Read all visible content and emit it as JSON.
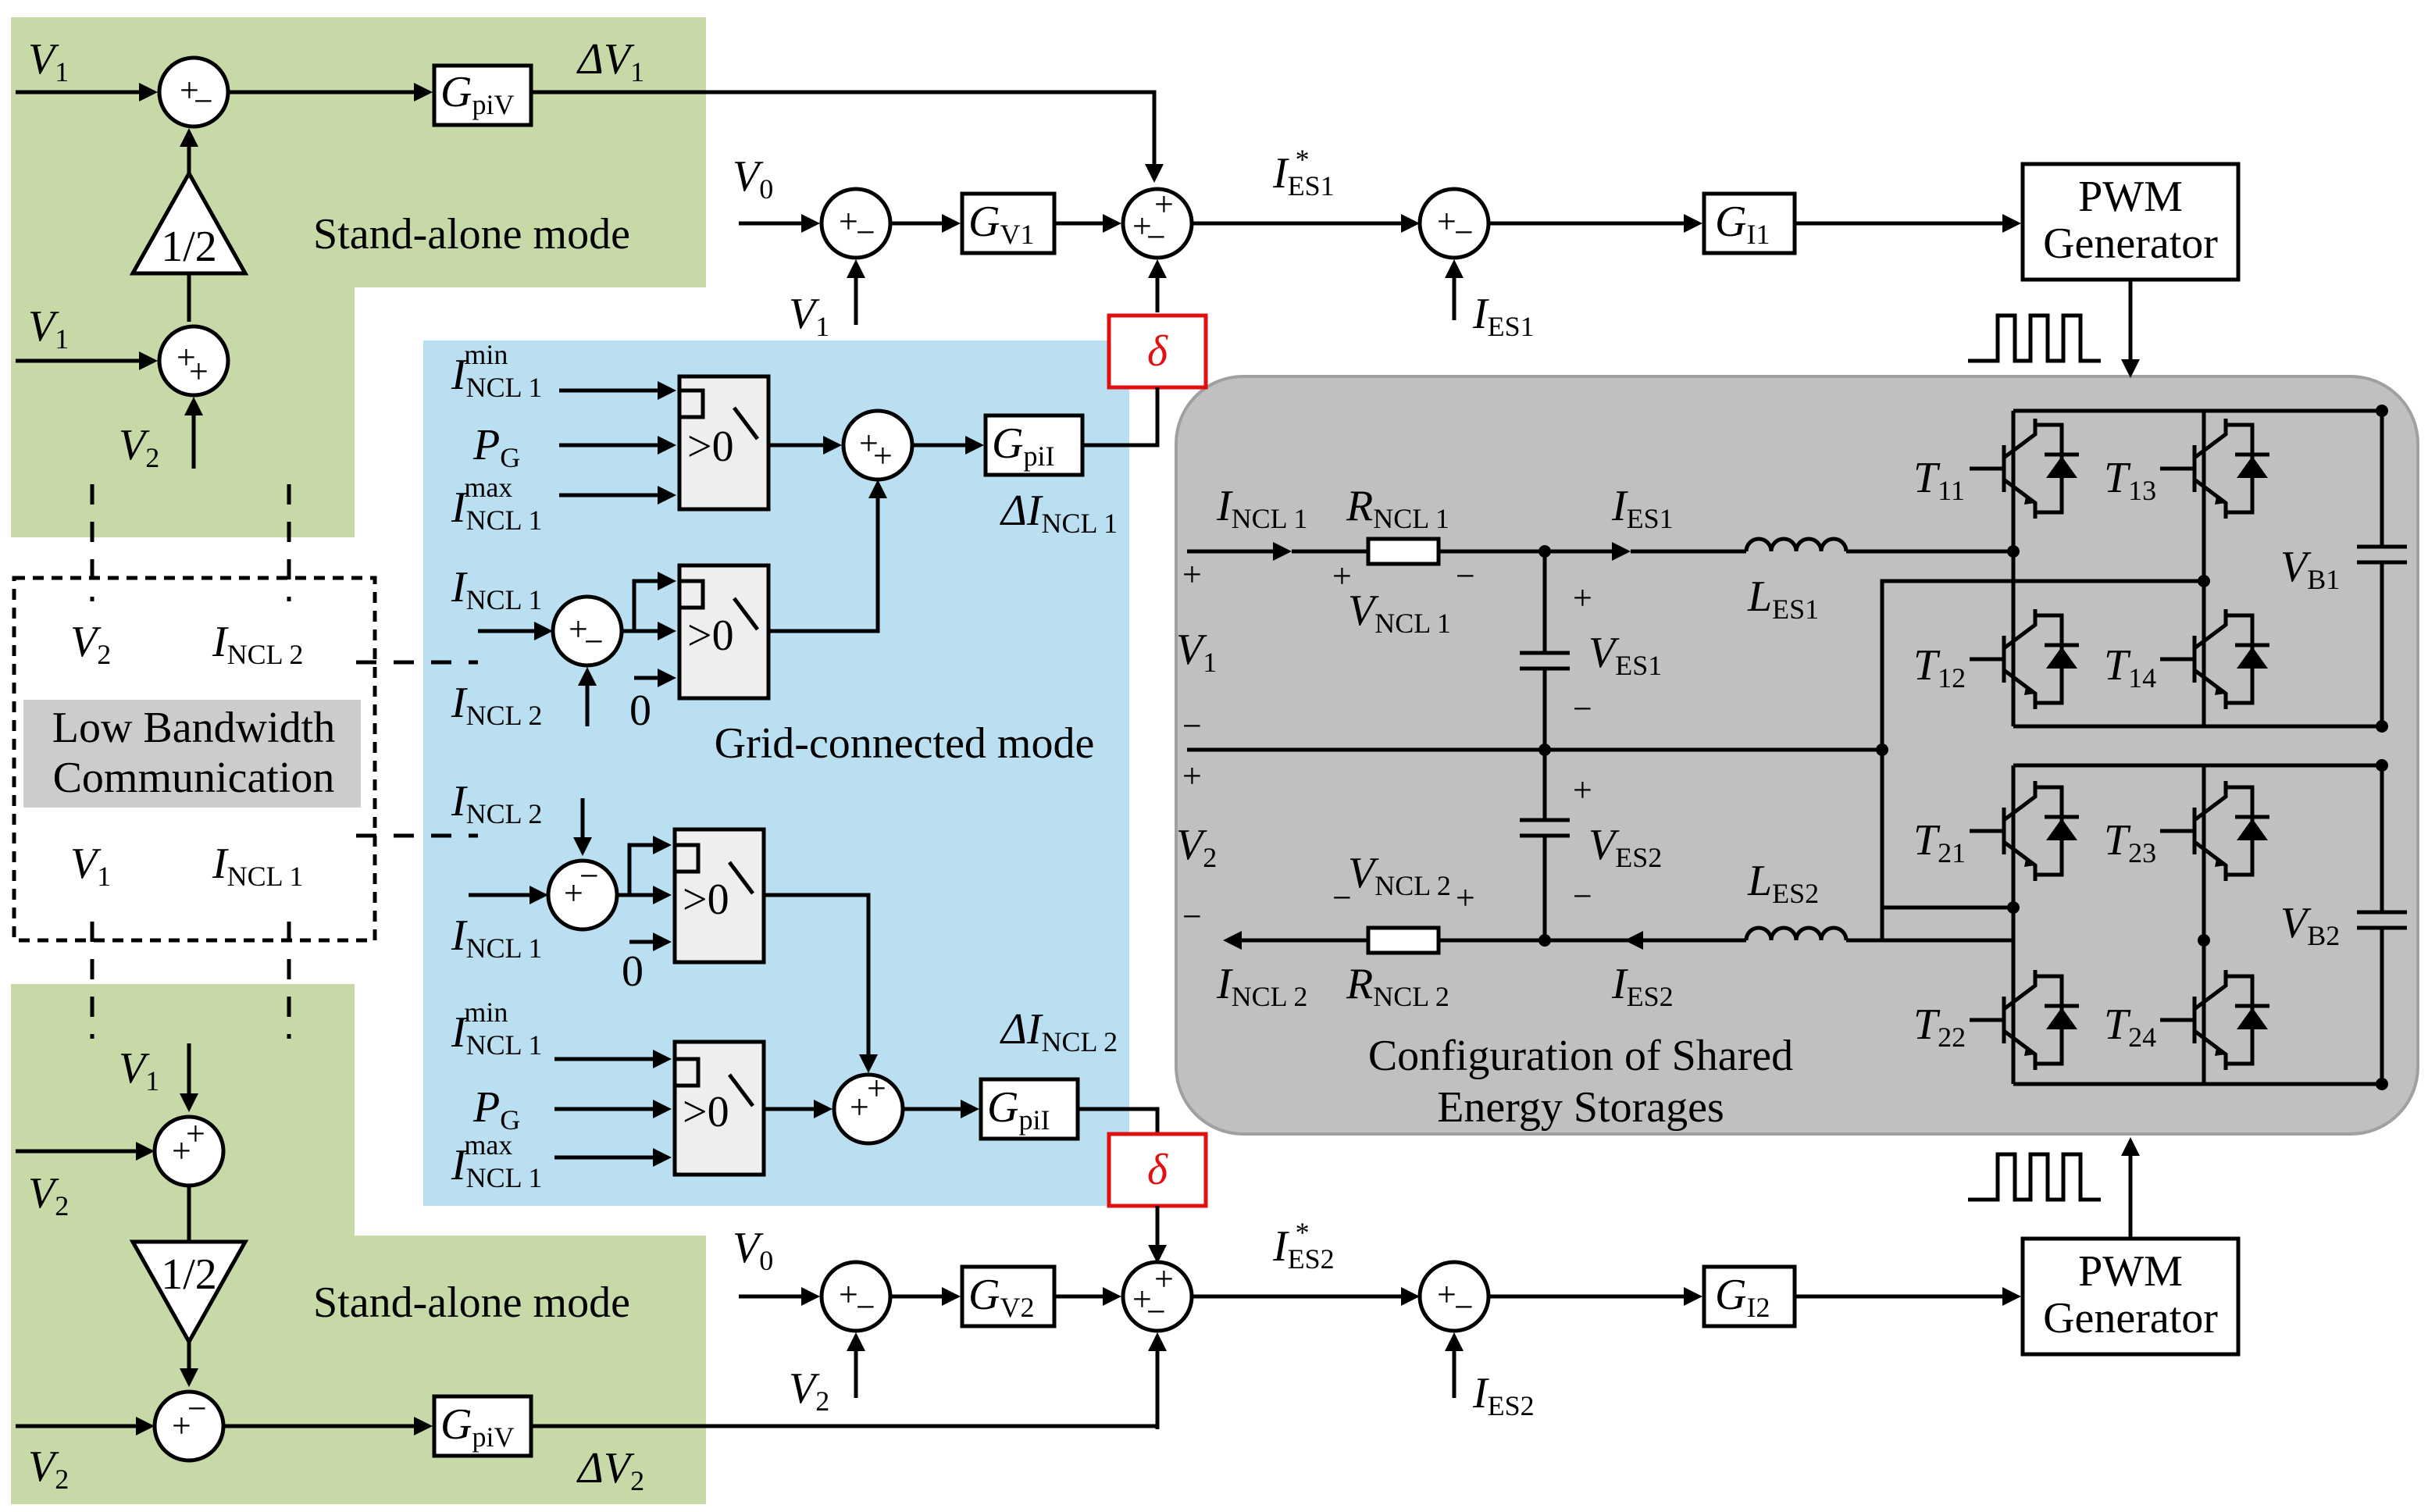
{
  "regions": {
    "standalone_top": "Stand-alone mode",
    "standalone_bottom": "Stand-alone mode",
    "grid_connected": "Grid-connected mode",
    "communication": [
      "Low Bandwidth",
      "Communication"
    ],
    "storage": [
      "Configuration of Shared",
      "Energy Storages"
    ]
  },
  "blocks": {
    "pwm_top": [
      "PWM",
      "Generator"
    ],
    "pwm_bottom": [
      "PWM",
      "Generator"
    ],
    "gain_half_top": "1/2",
    "gain_half_bottom": "1/2",
    "switch_label": ">0",
    "delta": "δ",
    "zero": "0",
    "G": "G",
    "sub_piV": "piV",
    "sub_piI": "piI",
    "sub_V1": "V1",
    "sub_V2": "V2",
    "sub_I1": "I1",
    "sub_I2": "I2"
  },
  "symbols": {
    "V": "V",
    "I": "I",
    "P": "P",
    "R": "R",
    "L": "L",
    "T": "T",
    "dV": "ΔV",
    "dI": "ΔI",
    "n0": "0",
    "n1": "1",
    "n2": "2",
    "B1": "B1",
    "B2": "B2",
    "ES1": "ES1",
    "ES2": "ES2",
    "NCL1": "NCL 1",
    "NCL2": "NCL 2",
    "G": "G",
    "min": "min",
    "max": "max",
    "star": "*",
    "t11": "11",
    "t12": "12",
    "t13": "13",
    "t14": "14",
    "t21": "21",
    "t22": "22",
    "t23": "23",
    "t24": "24",
    "plus": "+",
    "minus": "−"
  },
  "colors": {
    "standalone_fill": "#c6d9a6",
    "grid_fill": "#b9dff0",
    "storage_fill": "#c0c0c0",
    "comm_label_fill": "#cccccc",
    "delta_red": "#e01010"
  }
}
